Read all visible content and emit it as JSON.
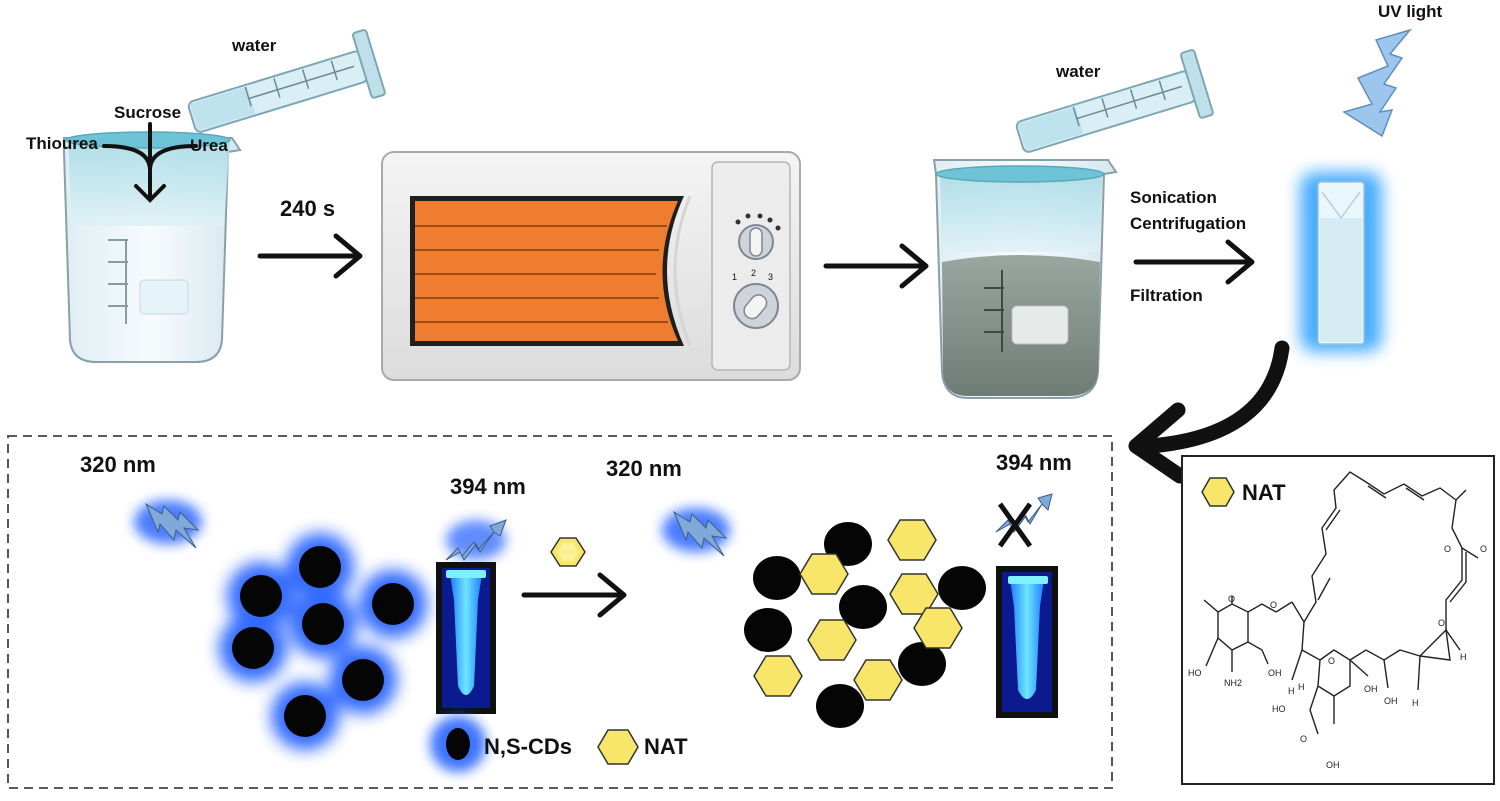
{
  "step1": {
    "reagents": [
      "Thiourea",
      "Sucrose",
      "Urea"
    ],
    "solvent": "water"
  },
  "step2": {
    "time": "240 s",
    "dial_marks": [
      "1",
      "2",
      "3"
    ]
  },
  "step3": {
    "solvent": "water",
    "processes": [
      "Sonication",
      "Centrifugation",
      "Filtration"
    ]
  },
  "step4": {
    "light": "UV light"
  },
  "assay": {
    "excitation": "320 nm",
    "emission": "394 nm",
    "legend_dots": "N,S-CDs",
    "legend_hex": "NAT"
  },
  "structure": {
    "title": "NAT",
    "atoms": [
      "HO",
      "NH2",
      "OH",
      "H",
      "OH",
      "H",
      "OH",
      "H",
      "O",
      "O",
      "O",
      "O",
      "O",
      "O",
      "HO",
      "O",
      "OH",
      "H"
    ]
  },
  "colors": {
    "glow_blue": "#1f5cff",
    "microwave_orange": "#ee7d30",
    "hexagon_yellow": "#f7e66a",
    "cuvette_glow": "#3fa9ff",
    "uv_bolt": "#9cc6ee"
  }
}
